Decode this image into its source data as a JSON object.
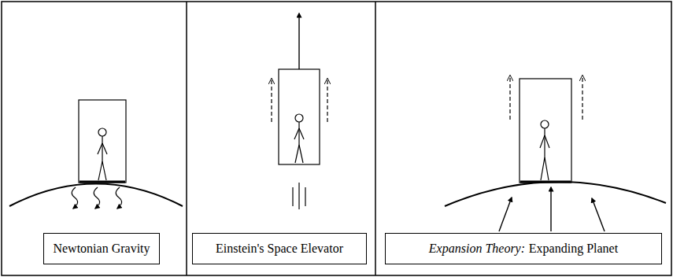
{
  "diagram": {
    "nodes": [
      {
        "text": [
          "Newtonian Gravity"
        ]
      },
      {
        "text": [
          "Einstein's Space Elevator"
        ]
      },
      {
        "text": [
          "Expansion Theory:",
          "Expanding Planet"
        ]
      }
    ]
  }
}
